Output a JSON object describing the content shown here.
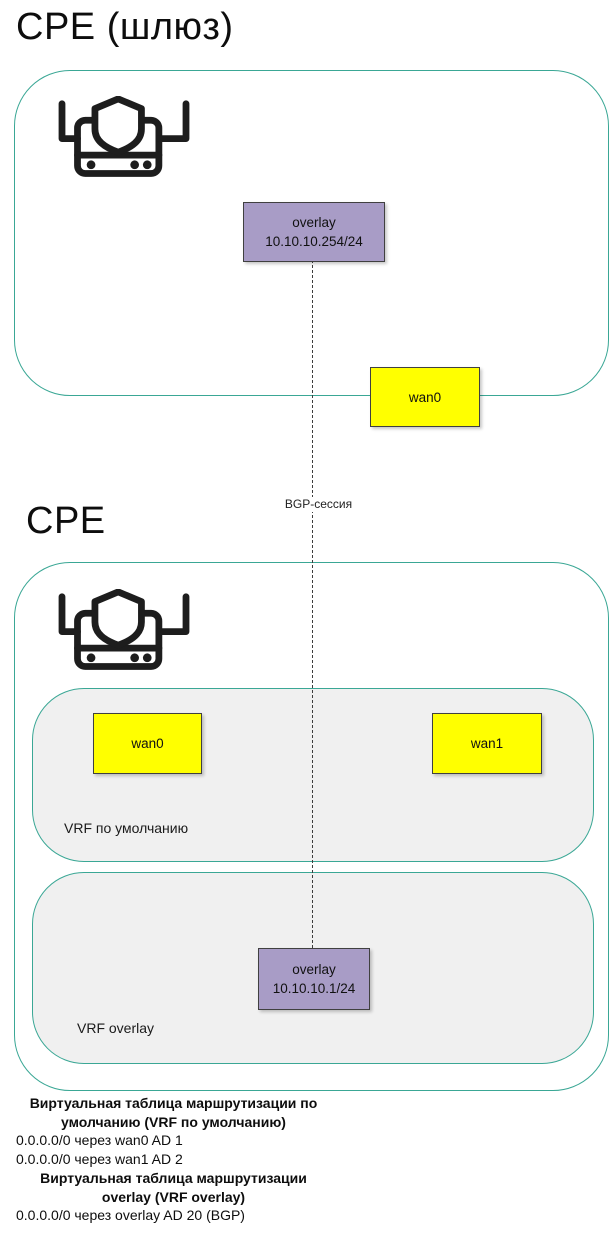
{
  "colors": {
    "node_border_teal": "#3aa795",
    "vrf_fill_gray": "#f0f0f0",
    "interface_yellow": "#ffff00",
    "overlay_purple": "#a89cc6",
    "box_border": "#404040"
  },
  "gateway": {
    "title": "CPE (шлюз)",
    "overlay_interface": {
      "name": "overlay",
      "address": "10.10.10.254/24"
    },
    "wan0_label": "wan0"
  },
  "link": {
    "label": "BGP-сессия"
  },
  "cpe": {
    "title": "CPE",
    "vrf_default": {
      "label": "VRF по умолчанию",
      "wan0_label": "wan0",
      "wan1_label": "wan1"
    },
    "vrf_overlay": {
      "label": "VRF overlay",
      "overlay_interface": {
        "name": "overlay",
        "address": "10.10.10.1/24"
      }
    }
  },
  "routing_tables": {
    "default": {
      "title_line1": "Виртуальная таблица маршрутизации по",
      "title_line2": "умолчанию (VRF по умолчанию)",
      "routes": [
        "0.0.0.0/0 через wan0 AD 1",
        "0.0.0.0/0 через wan1 AD 2"
      ]
    },
    "overlay": {
      "title_line1": "Виртуальная таблица маршрутизации",
      "title_line2": "overlay (VRF overlay)",
      "routes": [
        "0.0.0.0/0 через overlay AD 20 (BGP)"
      ]
    }
  }
}
